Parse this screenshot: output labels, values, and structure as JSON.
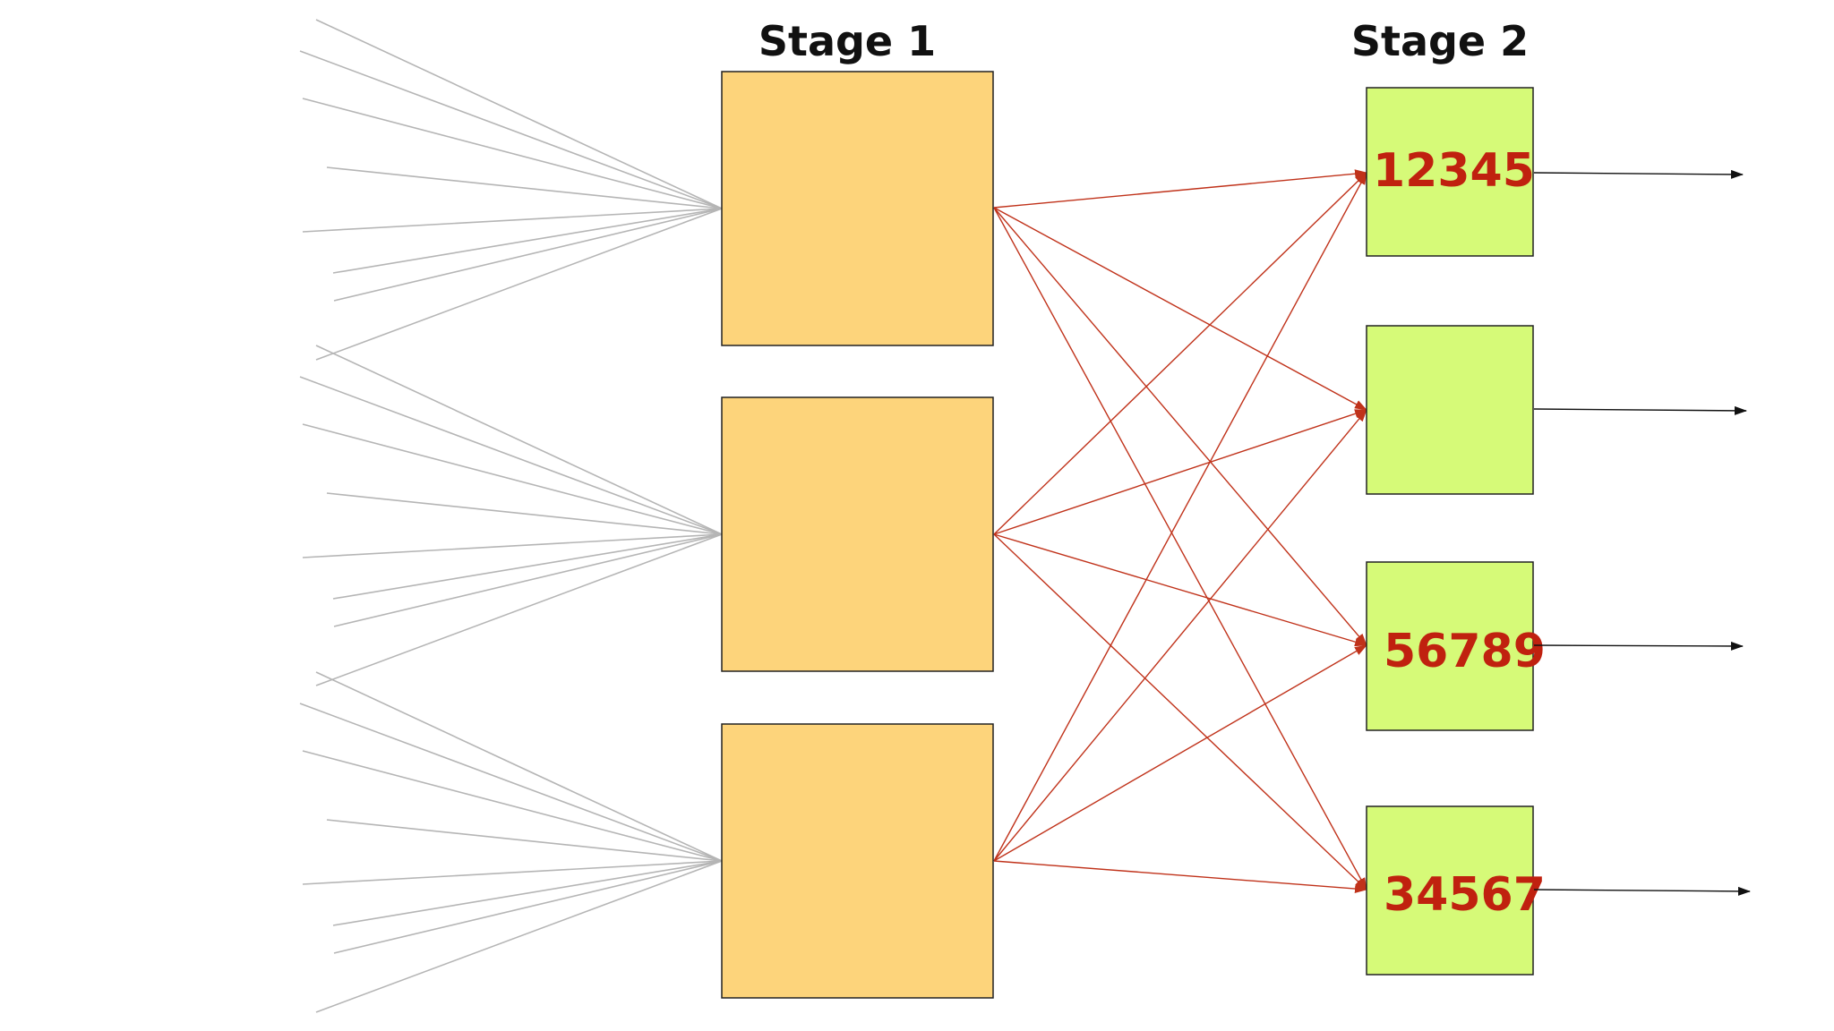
{
  "stages": [
    {
      "heading": "Stage 1"
    },
    {
      "heading": "Stage 2"
    }
  ],
  "stage1_boxes": [
    {
      "fill": "#FDD47B"
    },
    {
      "fill": "#FDD47B"
    },
    {
      "fill": "#FDD47B"
    }
  ],
  "stage2_boxes": [
    {
      "fill": "#D6FA78",
      "label": "12345"
    },
    {
      "fill": "#D6FA78",
      "label": ""
    },
    {
      "fill": "#D6FA78",
      "label": "56789"
    },
    {
      "fill": "#D6FA78",
      "label": "34567"
    }
  ],
  "colors": {
    "input_line": "#b5b5b5",
    "shuffle_line": "#c0321a",
    "label_text": "#c0210f",
    "output_arrow": "#111111",
    "box_stroke": "#222222"
  }
}
